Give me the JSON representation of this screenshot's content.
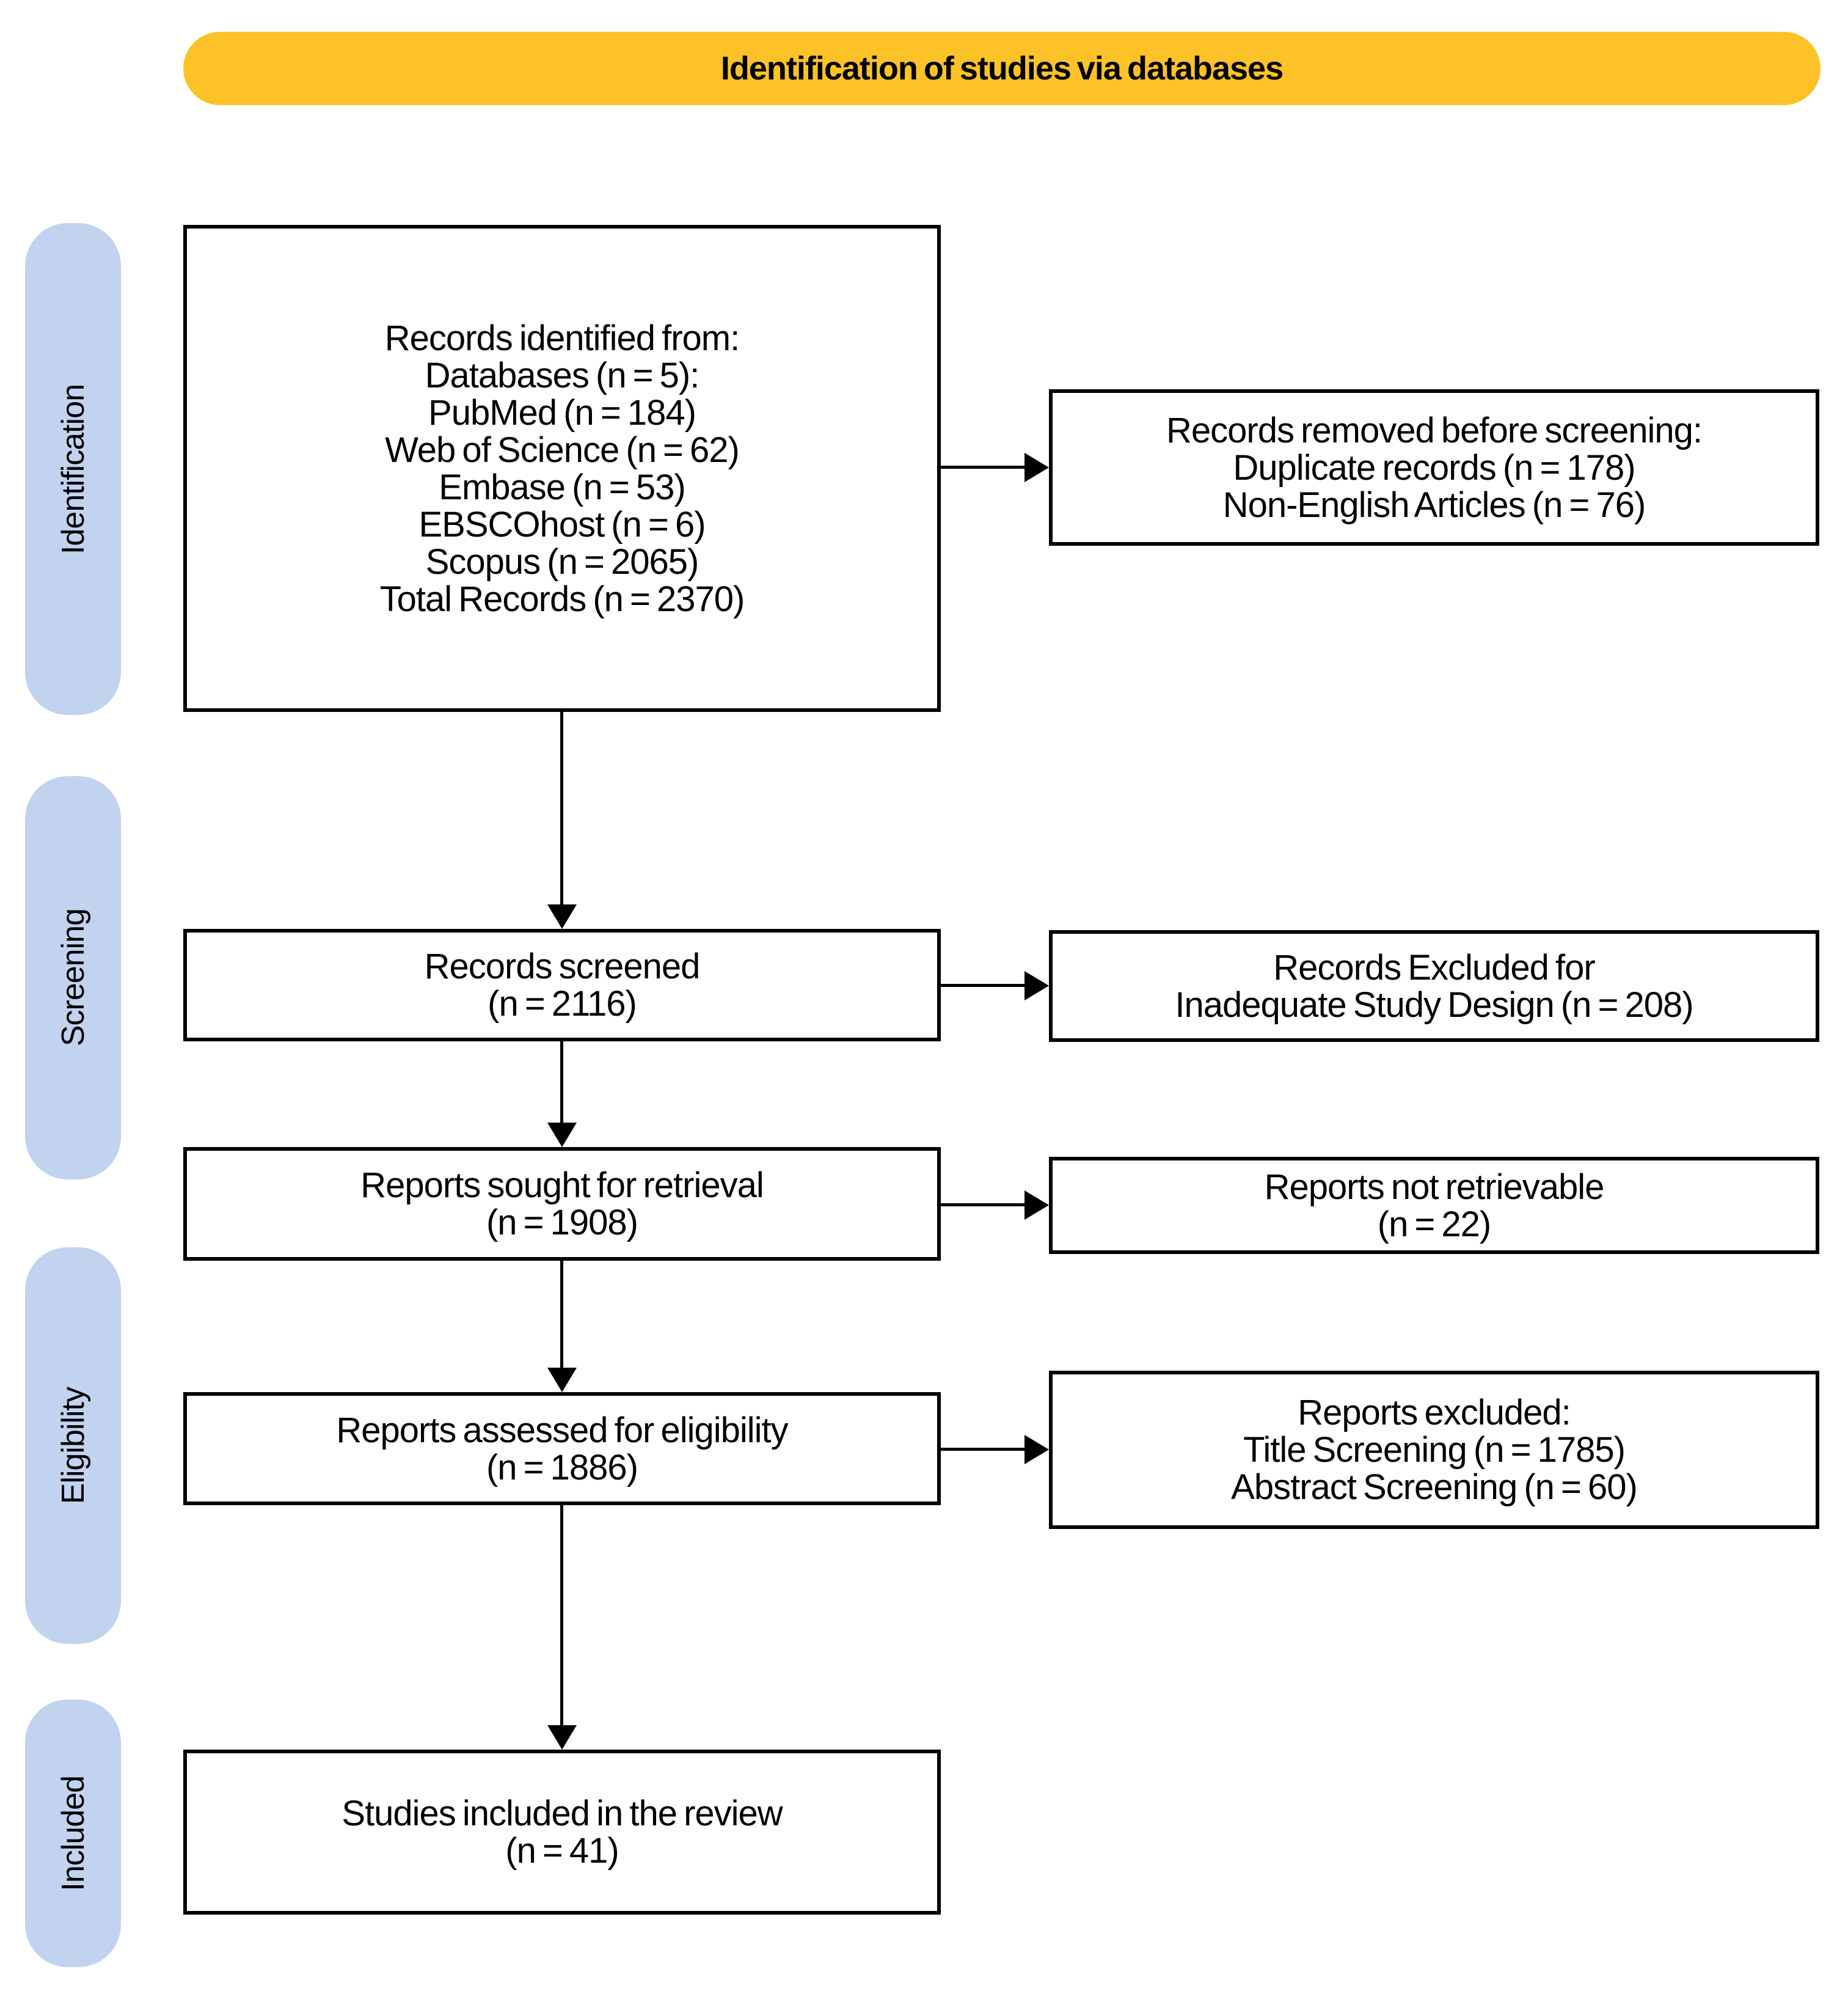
{
  "banner": {
    "label": "Identification of studies via databases"
  },
  "stage_rails": [
    {
      "label": "Identification"
    },
    {
      "label": "Screening"
    },
    {
      "label": "Eligibility"
    },
    {
      "label": "Included"
    }
  ],
  "main_boxes": [
    {
      "lines": [
        "Records identified from:",
        "Databases (n = 5):",
        "PubMed (n = 184)",
        "Web of Science (n = 62)",
        "Embase (n = 53)",
        "EBSCOhost (n = 6)",
        "Scopus (n = 2065)",
        "Total Records (n = 2370)"
      ]
    },
    {
      "lines": [
        "Records screened",
        "(n = 2116)"
      ]
    },
    {
      "lines": [
        "Reports sought for retrieval",
        "(n = 1908)"
      ]
    },
    {
      "lines": [
        "Reports assessed for eligibility",
        "(n = 1886)"
      ]
    },
    {
      "lines": [
        "Studies included in the review",
        "(n = 41)"
      ]
    }
  ],
  "side_boxes": [
    {
      "lines": [
        "Records removed before screening:",
        "Duplicate records (n = 178)",
        "Non-English Articles (n = 76)"
      ]
    },
    {
      "lines": [
        "Records Excluded for",
        "Inadequate Study Design (n = 208)"
      ]
    },
    {
      "lines": [
        "Reports not retrievable",
        "(n = 22)"
      ]
    },
    {
      "lines": [
        "Reports excluded:",
        "Title Screening (n = 1785)",
        "Abstract Screening (n = 60)"
      ]
    }
  ],
  "colors": {
    "banner_bg": "#FCC228",
    "rail_bg": "#C1D3EF",
    "box_border": "#000000",
    "background": "#FFFFFF",
    "text": "#000000"
  }
}
